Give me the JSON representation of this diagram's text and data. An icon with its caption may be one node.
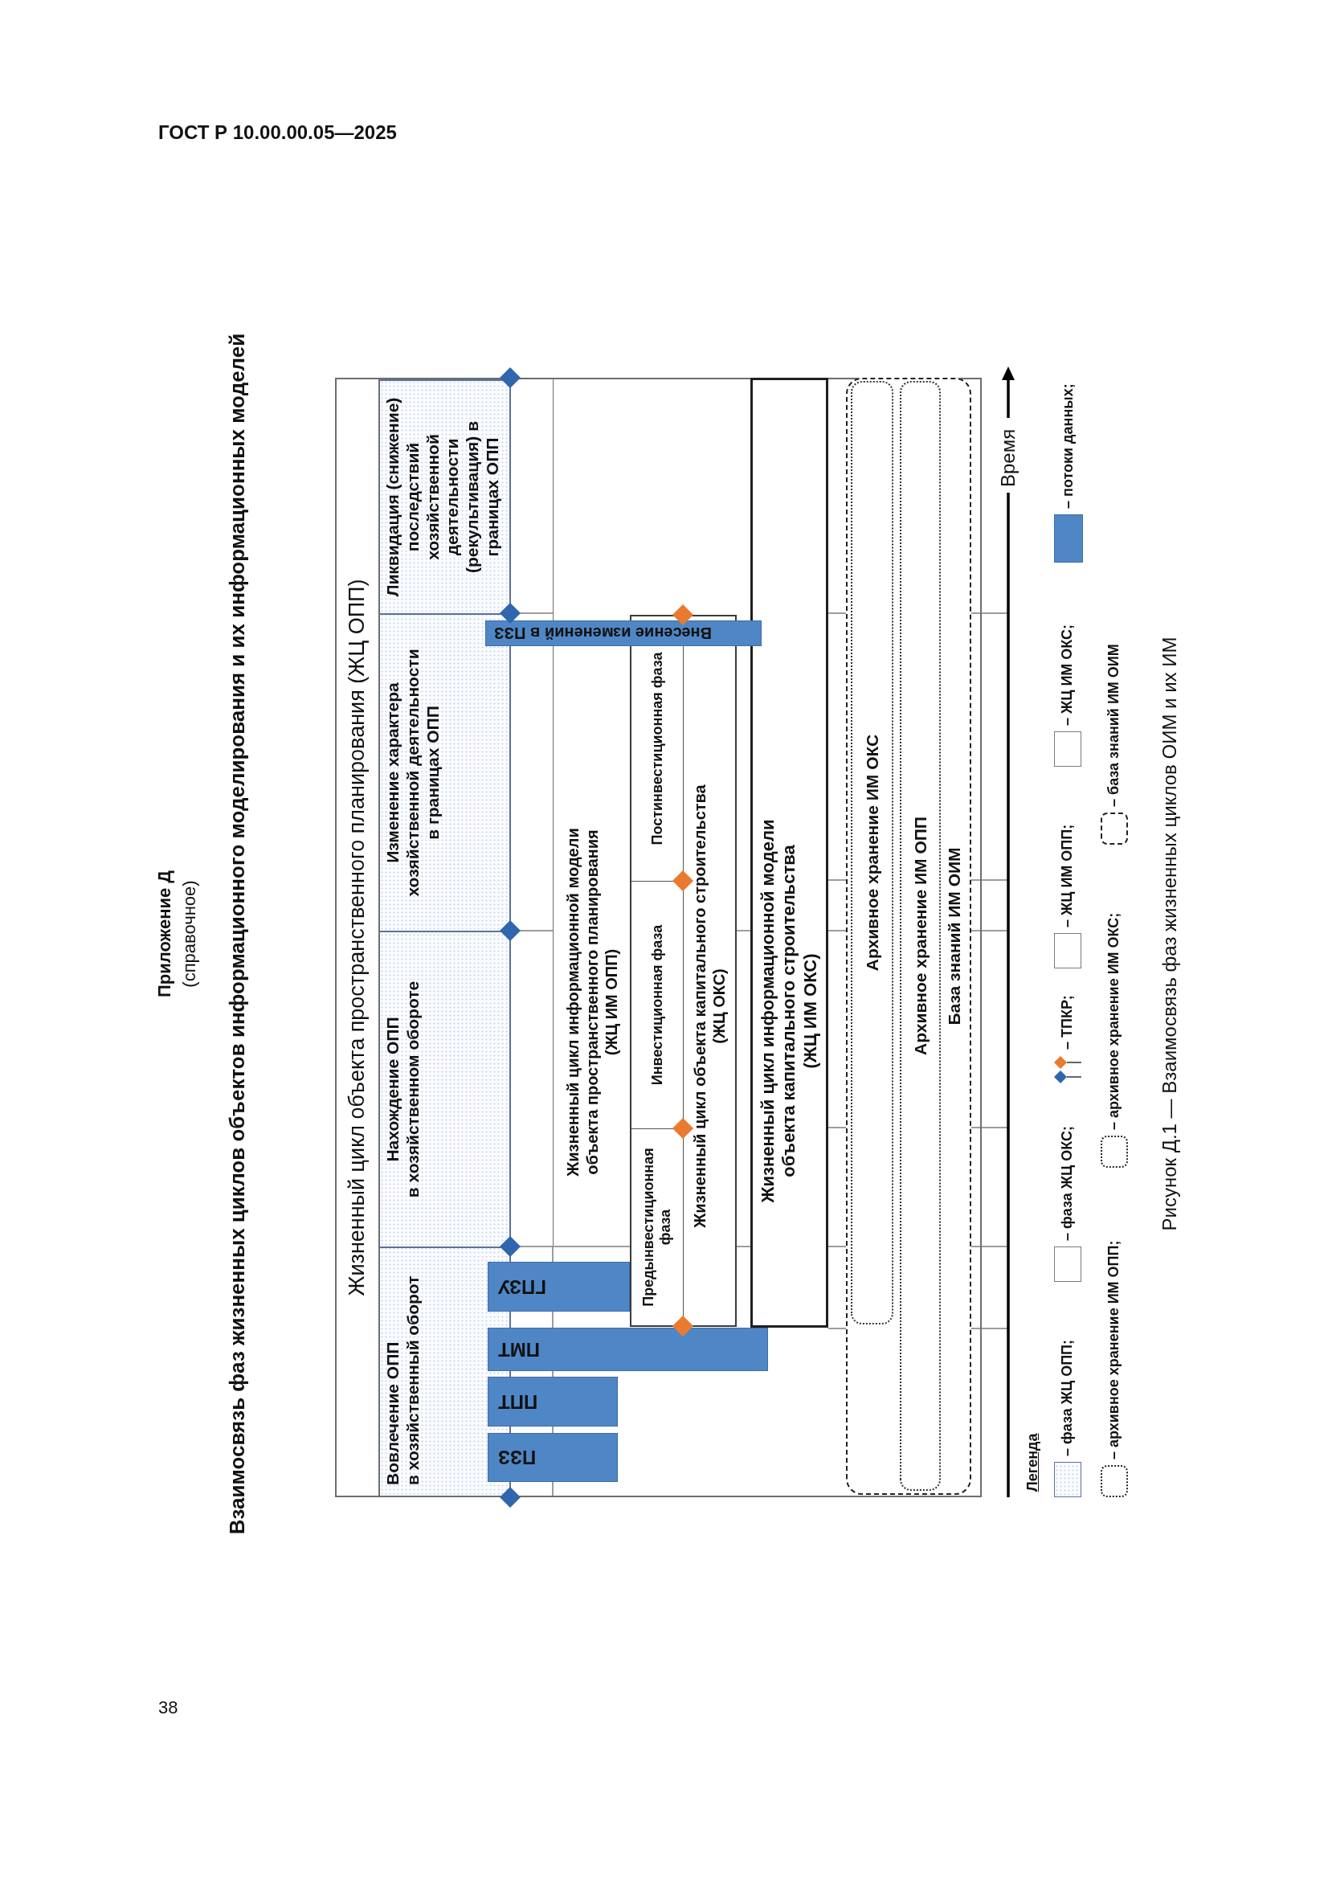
{
  "diagram": {
    "title": "Взаимосвязь фаз жизненных циклов объектов информационного моделирования и их информационных моделей",
    "caption": "Рисунок Д.1 — Взаимосвязь фаз жизненных циклов ОИМ и их ИМ",
    "nodes": [
      {
        "text": [
          "Жизненный цикл объекта пространственного планирования (ЖЦ ОПП)"
        ]
      },
      {
        "text": [
          "Вовлечение ОПП в хозяйственный оборот"
        ],
        "in": 0
      },
      {
        "text": [
          "Нахождение ОПП в хозяйственном обороте"
        ],
        "in": 0
      },
      {
        "text": [
          "Изменение характера хозяйственной деятельности в границах ОПП"
        ],
        "in": 0
      },
      {
        "text": [
          "Ликвидация (снижение) последствий хозяйственной деятельности (рекультивация) в границах ОПП"
        ],
        "in": 0
      },
      {
        "text": [
          "ПЗЗ"
        ],
        "in": 0
      },
      {
        "text": [
          "ППТ"
        ],
        "in": 0
      },
      {
        "text": [
          "ПМТ"
        ],
        "in": 0
      },
      {
        "text": [
          "ГПЗУ"
        ],
        "in": 0
      },
      {
        "text": [
          "Внесение изменений в ПЗЗ"
        ],
        "in": 0
      },
      {
        "text": [
          "Жизненный цикл информационной модели объекта пространственного планирования (ЖЦ ИМ ОПП)"
        ],
        "in": 0
      },
      {
        "text": [
          "Жизненный цикл объекта капитального строительства (ЖЦ ОКС)"
        ],
        "in": 0
      },
      {
        "text": [
          "Предынвестиционная фаза"
        ],
        "in": 11
      },
      {
        "text": [
          "Инвестиционная фаза"
        ],
        "in": 11
      },
      {
        "text": [
          "Постинвестиционная фаза"
        ],
        "in": 11
      },
      {
        "text": [
          "Жизненный цикл информационной модели объекта капитального строительства (ЖЦ ИМ ОКС)"
        ],
        "in": 0
      },
      {
        "text": [
          "База знаний ИМ ОИМ"
        ],
        "in": 0
      },
      {
        "text": [
          "Архивное хранение ИМ ОКС"
        ],
        "in": 16
      },
      {
        "text": [
          "Архивное хранение ИМ ОПП"
        ],
        "in": 16
      }
    ],
    "labels": [
      "ГОСТ Р 10.00.00.05—2025",
      "Приложение Д",
      "(справочное)",
      "Время",
      "Легенда",
      "38"
    ],
    "legend": [
      {
        "text": "– фаза ЖЦ ОПП;"
      },
      {
        "text": "– фаза ЖЦ ОКС;"
      },
      {
        "text": "– ТПКР;"
      },
      {
        "text": "– ЖЦ ИМ ОПП;"
      },
      {
        "text": "– ЖЦ ИМ ОКС;"
      },
      {
        "text": "– потоки данных;",
        "color": "#4f87c6"
      },
      {
        "text": "– архивное хранение ИМ ОПП;"
      },
      {
        "text": "– архивное хранение ИМ ОКС;"
      },
      {
        "text": "– база знаний ИМ ОИМ"
      }
    ]
  }
}
